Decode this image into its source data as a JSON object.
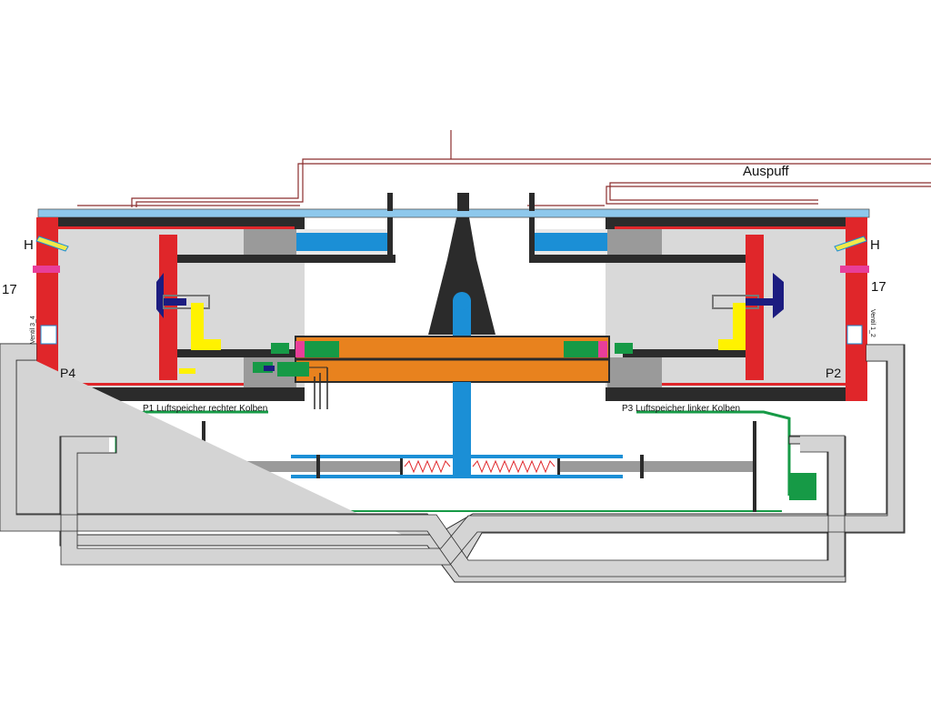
{
  "labels": {
    "exhaust": "Auspuff",
    "h_left": "H",
    "h_right": "H",
    "num_left": "17",
    "num_right": "17",
    "valve_left": "Ventil 3_4",
    "valve_right": "Ventil 1_2",
    "p4": "P4",
    "p2": "P2",
    "p1_store": "P1 Luftspeicher rechter Kolben",
    "p3_store": "P3 Luftspeicher linker Kolben"
  },
  "colors": {
    "cylinder_wall": "#e0262a",
    "cylinder_fill": "#d9d9d9",
    "cover_plate": "#8ec8ec",
    "dark": "#2b2b2b",
    "piston_rod": "#e8821e",
    "blue": "#1b8fd6",
    "green": "#169a46",
    "yellow": "#fff200",
    "navy": "#1c1c80",
    "magenta": "#e83e9a",
    "pipe": "#d4d4d4",
    "exhaust_line": "#8b2d2d",
    "spring": "#e0262a"
  }
}
